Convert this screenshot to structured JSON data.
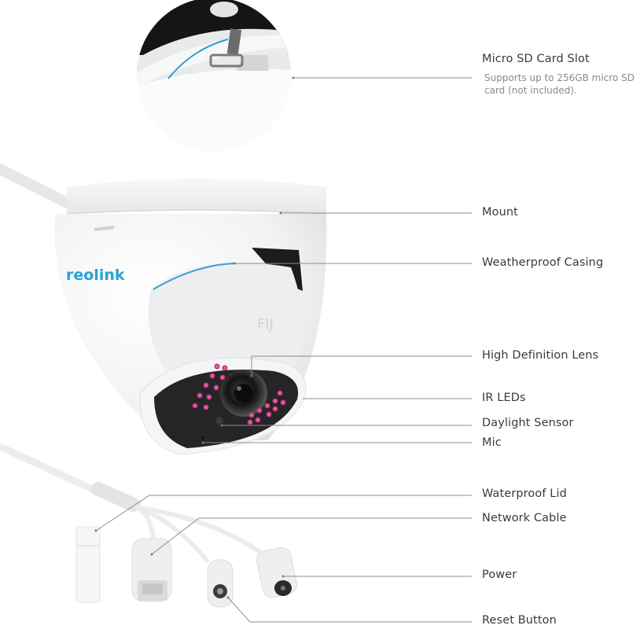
{
  "diagram": {
    "type": "product-callout",
    "brand_logo": "reolink",
    "colors": {
      "background": "#ffffff",
      "label_text": "#3a3a3a",
      "sublabel_text": "#8a8a8a",
      "leader_line": "#8c8c8c",
      "brand_blue": "#2aa0d6",
      "ir_led": "#e0449a",
      "lens_face": "#2b2b2b"
    },
    "callouts": [
      {
        "id": "micro-sd",
        "label": "Micro SD Card Slot",
        "sublabel": "Supports up to 256GB micro SD card (not included)."
      },
      {
        "id": "mount",
        "label": "Mount"
      },
      {
        "id": "casing",
        "label": "Weatherproof Casing"
      },
      {
        "id": "lens",
        "label": "High Definition Lens"
      },
      {
        "id": "ir-leds",
        "label": "IR LEDs"
      },
      {
        "id": "daylight-sensor",
        "label": "Daylight Sensor"
      },
      {
        "id": "mic",
        "label": "Mic"
      },
      {
        "id": "waterproof-lid",
        "label": "Waterproof Lid"
      },
      {
        "id": "network-cable",
        "label": "Network Cable"
      },
      {
        "id": "power",
        "label": "Power"
      },
      {
        "id": "reset-button",
        "label": "Reset Button"
      }
    ]
  }
}
